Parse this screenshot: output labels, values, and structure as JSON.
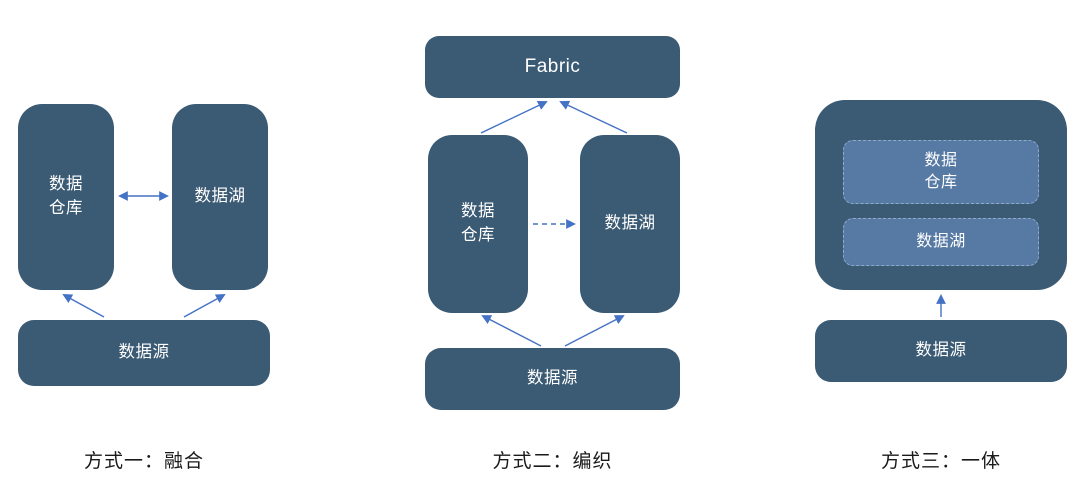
{
  "colors": {
    "background": "#FFFFFF",
    "box_dark": "#3B5A74",
    "box_inner": "#567AA4",
    "inner_border": "#8FAACB",
    "box_text": "#FFFFFF",
    "arrow": "#4472C4",
    "caption": "#1A1A1A"
  },
  "method1": {
    "warehouse_lines": [
      "数据",
      "仓库"
    ],
    "lake": "数据湖",
    "source": "数据源",
    "caption": "方式一：融合"
  },
  "method2": {
    "fabric": "Fabric",
    "warehouse_lines": [
      "数据",
      "仓库"
    ],
    "lake": "数据湖",
    "source": "数据源",
    "caption": "方式二：编织"
  },
  "method3": {
    "warehouse_lines": [
      "数据",
      "仓库"
    ],
    "lake": "数据湖",
    "source": "数据源",
    "caption": "方式三：一体"
  }
}
